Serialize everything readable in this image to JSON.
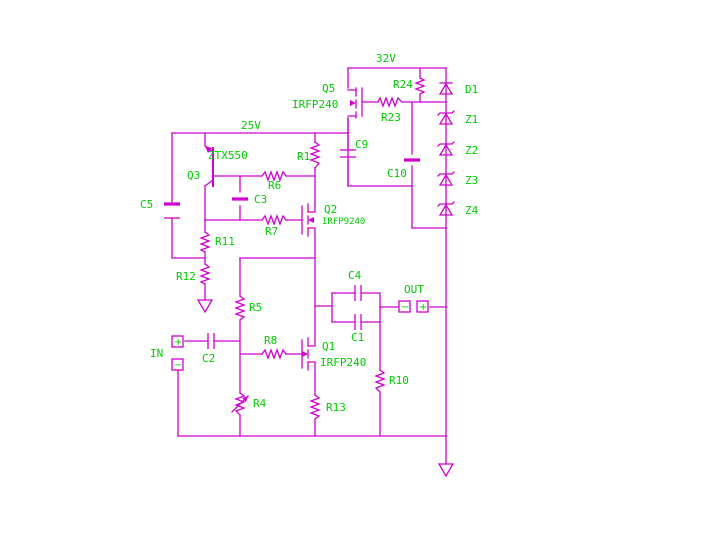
{
  "rails": {
    "v_high": "32V",
    "v_mid": "25V"
  },
  "transistors": {
    "q5": {
      "ref": "Q5",
      "part": "IRFP240"
    },
    "q3": {
      "ref": "Q3",
      "part": "ZTX550"
    },
    "q2": {
      "ref": "Q2",
      "part": "IRFP9240"
    },
    "q1": {
      "ref": "Q1",
      "part": "IRFP240"
    }
  },
  "resistors": {
    "r1": "R1",
    "r4": "R4",
    "r5": "R5",
    "r6": "R6",
    "r7": "R7",
    "r8": "R8",
    "r10": "R10",
    "r11": "R11",
    "r12": "R12",
    "r13": "R13",
    "r23": "R23",
    "r24": "R24"
  },
  "capacitors": {
    "c1": "C1",
    "c2": "C2",
    "c3": "C3",
    "c4": "C4",
    "c5": "C5",
    "c9": "C9",
    "c10": "C10"
  },
  "diodes": {
    "d1": "D1",
    "z1": "Z1",
    "z2": "Z2",
    "z3": "Z3",
    "z4": "Z4"
  },
  "ports": {
    "in": {
      "label": "IN",
      "plus": "+",
      "minus": "−"
    },
    "out": {
      "label": "OUT",
      "plus": "+",
      "minus": "−"
    }
  },
  "colors": {
    "wire": "#d000d0",
    "label": "#00cc00",
    "background": "#ffffff"
  }
}
